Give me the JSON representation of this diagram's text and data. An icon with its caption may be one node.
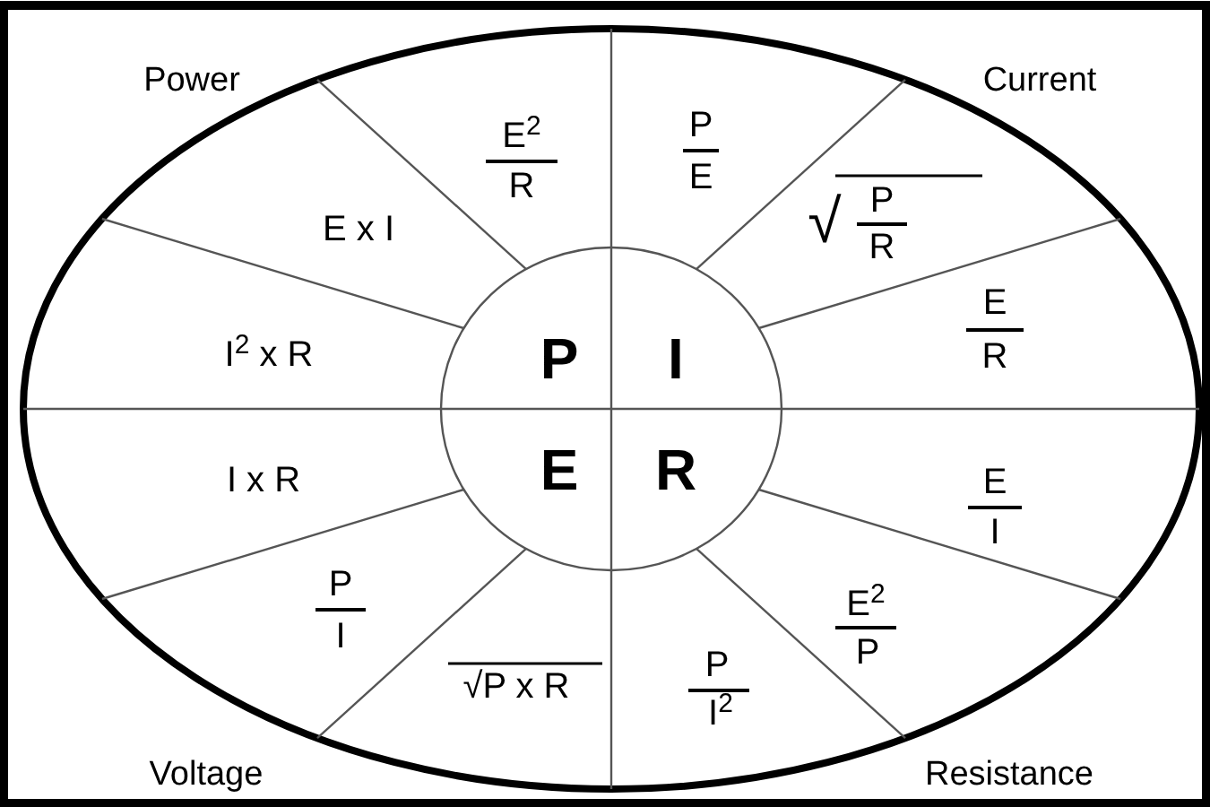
{
  "diagram": {
    "labels": [
      "Power",
      "Current",
      "E$^{2}$",
      "R",
      "P",
      "E",
      "E x I",
      "√",
      "P",
      "R",
      "E",
      "I$^{2}$ x R",
      "P",
      "I",
      "R",
      "I x R",
      "E",
      "R",
      "E",
      "I",
      "P",
      "E$^{2}$",
      "I",
      "P",
      "√P x R",
      "P",
      "I$^{2}$",
      "Voltage",
      "Resistance"
    ]
  }
}
